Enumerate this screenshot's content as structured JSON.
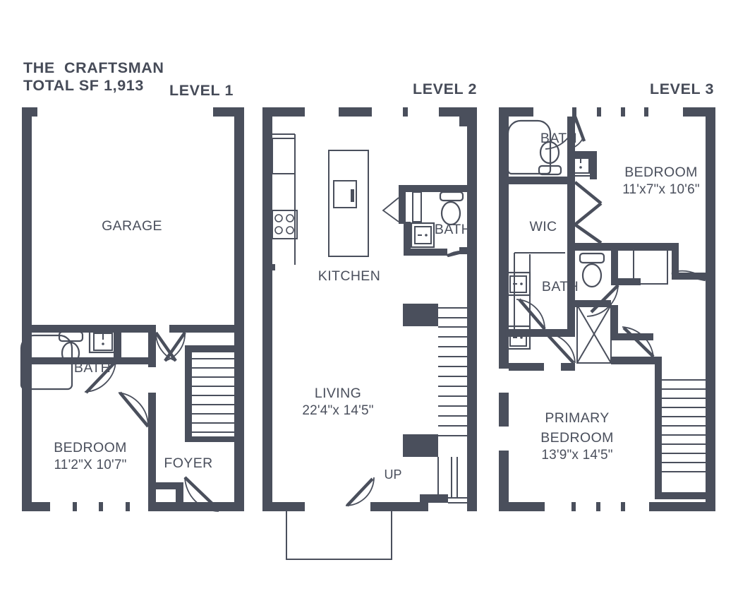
{
  "header": {
    "plan_name": "THE  CRAFTSMAN",
    "total_sf_line": "TOTAL SF 1,913",
    "level1_label": "LEVEL 1",
    "level2_label": "LEVEL 2",
    "level3_label": "LEVEL 3"
  },
  "colors": {
    "wall": "#4a4f5c",
    "background": "#ffffff",
    "text": "#464b58"
  },
  "level1": {
    "rooms": [
      {
        "name": "GARAGE",
        "label": "GARAGE",
        "dimension": ""
      },
      {
        "name": "BATH",
        "label": "BATH",
        "dimension": ""
      },
      {
        "name": "BEDROOM",
        "label": "BEDROOM",
        "dimension": "11'2\"X 10'7\""
      },
      {
        "name": "FOYER",
        "label": "FOYER",
        "dimension": ""
      }
    ]
  },
  "level2": {
    "rooms": [
      {
        "name": "KITCHEN",
        "label": "KITCHEN",
        "dimension": ""
      },
      {
        "name": "BATH",
        "label": "BATH",
        "dimension": ""
      },
      {
        "name": "LIVING",
        "label": "LIVING",
        "dimension": "22'4\"x 14'5\""
      }
    ],
    "stair_direction": "UP"
  },
  "level3": {
    "rooms": [
      {
        "name": "BATH_UPPER",
        "label": "BATH",
        "dimension": ""
      },
      {
        "name": "BEDROOM",
        "label": "BEDROOM",
        "dimension": "11'x7\"x 10'6\""
      },
      {
        "name": "WIC",
        "label": "WIC",
        "dimension": ""
      },
      {
        "name": "BATH_LOWER",
        "label": "BATH",
        "dimension": ""
      },
      {
        "name": "PRIMARY_BEDROOM",
        "label_line1": "PRIMARY",
        "label_line2": "BEDROOM",
        "dimension": "13'9\"x 14'5\""
      }
    ]
  }
}
